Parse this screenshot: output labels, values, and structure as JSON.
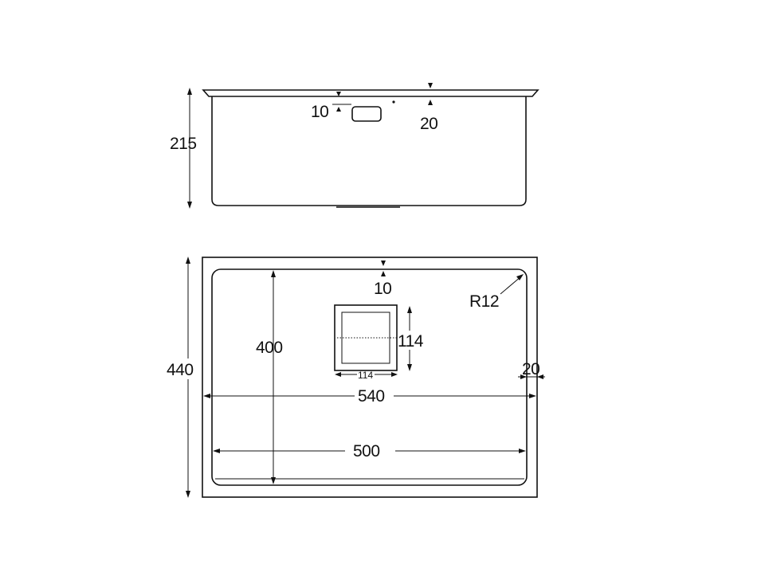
{
  "side_view": {
    "height_label": "215",
    "rim_offset_label": "10",
    "rim_thickness_label": "20"
  },
  "top_view": {
    "outer_depth_label": "440",
    "inner_depth_label": "400",
    "top_offset_label": "10",
    "corner_radius_label": "R12",
    "drain_height_label": "114",
    "drain_width_label": "114",
    "rim_width_label": "20",
    "outer_width_label": "540",
    "inner_width_label": "500"
  }
}
